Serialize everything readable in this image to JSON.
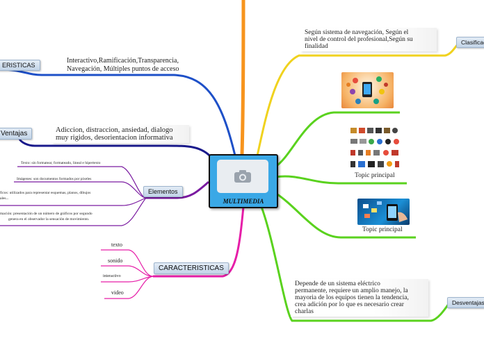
{
  "central": {
    "label": "MULTIMEDIA",
    "icon": "camera-icon"
  },
  "branches": {
    "caracteristicas_top": {
      "tag": "ERISTICAS",
      "text_line1": "Interactivo,Ramificación,Transparencia,",
      "text_line2": "Navegación, Múltiples puntos de acceso"
    },
    "ventajas": {
      "tag": "Ventajas",
      "text_line1": "Adiccion, distraccion, ansiedad, dialogo",
      "text_line2": "muy rigidos, desorientacion informativa"
    },
    "elementos": {
      "tag": "Elementos",
      "items": [
        "Texto: sin formatear, formateado, lineal e hipertexto",
        "Imágenes: son documentos formados por pixeles",
        "ficos: utilizados para representar esquemas, planos, dibujos",
        "ales...",
        "mación: presentación de un número de gráficos por segundo",
        "genera en el observador la sensación de movimiento."
      ]
    },
    "caracteristicas_bottom": {
      "tag": "CARACTERISTICAS",
      "items": [
        "texto",
        "sonido",
        "interactivo",
        "video"
      ]
    },
    "clasificacion": {
      "tag": "Clasificac",
      "text_line1": "Según sistema de navegación, Según el",
      "text_line2": "nivel de control del profesional,Según su",
      "text_line3": "finalidad"
    },
    "topic1": {
      "label": "Topic principal",
      "image": "media-icons-grid"
    },
    "topic2": {
      "label": "Topic principal",
      "image": "hand-phone-media"
    },
    "desventajas": {
      "tag": "Desventajas",
      "text_line1": "Depende de un sistema eléctrico",
      "text_line2": "permanente, requiere un amplio manejo, la",
      "text_line3": "mayoria de los equipos tienen la tendencia,",
      "text_line4": "crea adición por lo que es necesario crear",
      "text_line5": "charlas"
    }
  },
  "colors": {
    "center_fill": "#3aa8e6",
    "orange": "#f7941d",
    "blue": "#1e50c8",
    "navy": "#1a1a8c",
    "purple": "#7a1aa0",
    "magenta": "#e61ea8",
    "yellow": "#f0d21e",
    "green": "#5ad21e"
  }
}
